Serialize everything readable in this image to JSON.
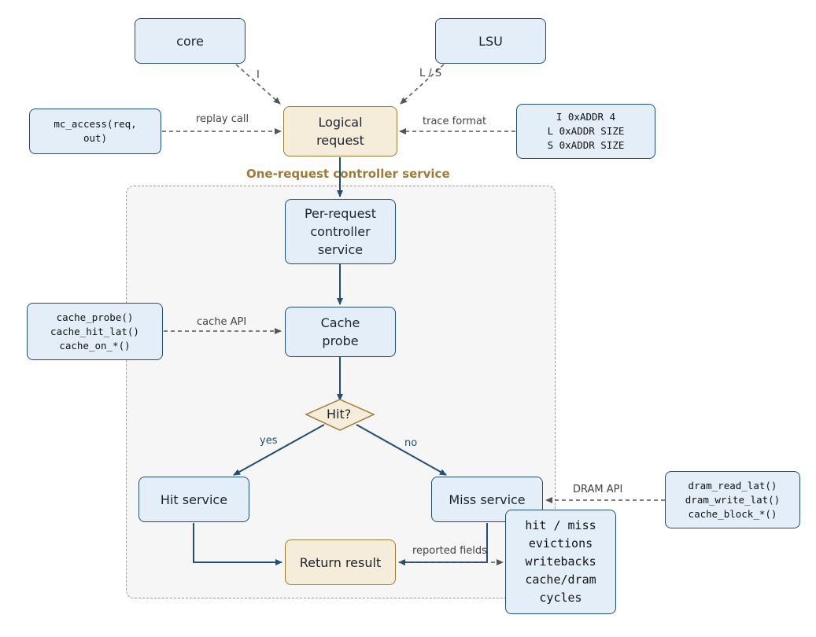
{
  "group": {
    "title": "One-request controller service"
  },
  "nodes": {
    "core": "core",
    "lsu": "LSU",
    "logical_request": [
      "Logical",
      "request"
    ],
    "mc_access": [
      "mc_access(req,",
      "out)"
    ],
    "trace_format_box": [
      "I 0xADDR 4",
      "L 0xADDR SIZE",
      "S 0xADDR SIZE"
    ],
    "per_request": [
      "Per-request",
      "controller",
      "service"
    ],
    "cache_api_box": [
      "cache_probe()",
      "cache_hit_lat()",
      "cache_on_*()"
    ],
    "cache_probe": [
      "Cache",
      "probe"
    ],
    "hit_decision": "Hit?",
    "hit_service": "Hit service",
    "miss_service": "Miss service",
    "dram_api_box": [
      "dram_read_lat()",
      "dram_write_lat()",
      "cache_block_*()"
    ],
    "return_result": "Return result",
    "reported_fields_box": [
      "hit / miss",
      "evictions",
      "writebacks",
      "cache/dram",
      "cycles"
    ]
  },
  "edge_labels": {
    "core_to_request": "I",
    "lsu_to_request": "L / S",
    "replay_call": "replay call",
    "trace_format": "trace format",
    "cache_api": "cache API",
    "yes": "yes",
    "no": "no",
    "dram_api": "DRAM API",
    "reported_fields": "reported fields"
  },
  "colors": {
    "box_fill": "#e4eef8",
    "box_border": "#1f4e79",
    "tan_fill": "#f5ecda",
    "tan_border": "#a07a35",
    "solid_edge": "#1f4e79",
    "dashed_edge": "#555555",
    "group_title": "#a07a35"
  }
}
